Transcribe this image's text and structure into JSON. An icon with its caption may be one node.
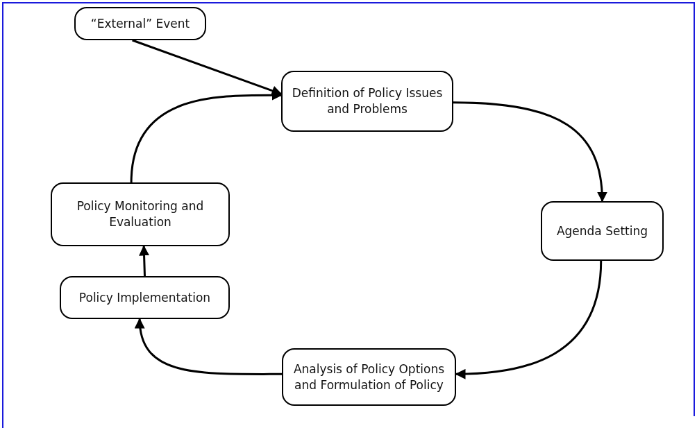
{
  "diagram": {
    "nodes": [
      {
        "text": [
          "“External” Event"
        ]
      },
      {
        "text": [
          "Definition of Policy Issues and Problems"
        ]
      },
      {
        "text": [
          "Agenda Setting"
        ]
      },
      {
        "text": [
          "Analysis of Policy Options and Formulation of Policy"
        ]
      },
      {
        "text": [
          "Policy Implementation"
        ]
      },
      {
        "text": [
          "Policy Monitoring and Evaluation"
        ]
      }
    ],
    "edges": [
      {
        "from": 0,
        "to": 1,
        "arrow": "to"
      },
      {
        "from": 1,
        "to": 2,
        "arrow": "to"
      },
      {
        "from": 2,
        "to": 3,
        "arrow": "to"
      },
      {
        "from": 3,
        "to": 4,
        "arrow": "to"
      },
      {
        "from": 4,
        "to": 5,
        "arrow": "to"
      },
      {
        "from": 5,
        "to": 1,
        "arrow": "to"
      }
    ]
  }
}
